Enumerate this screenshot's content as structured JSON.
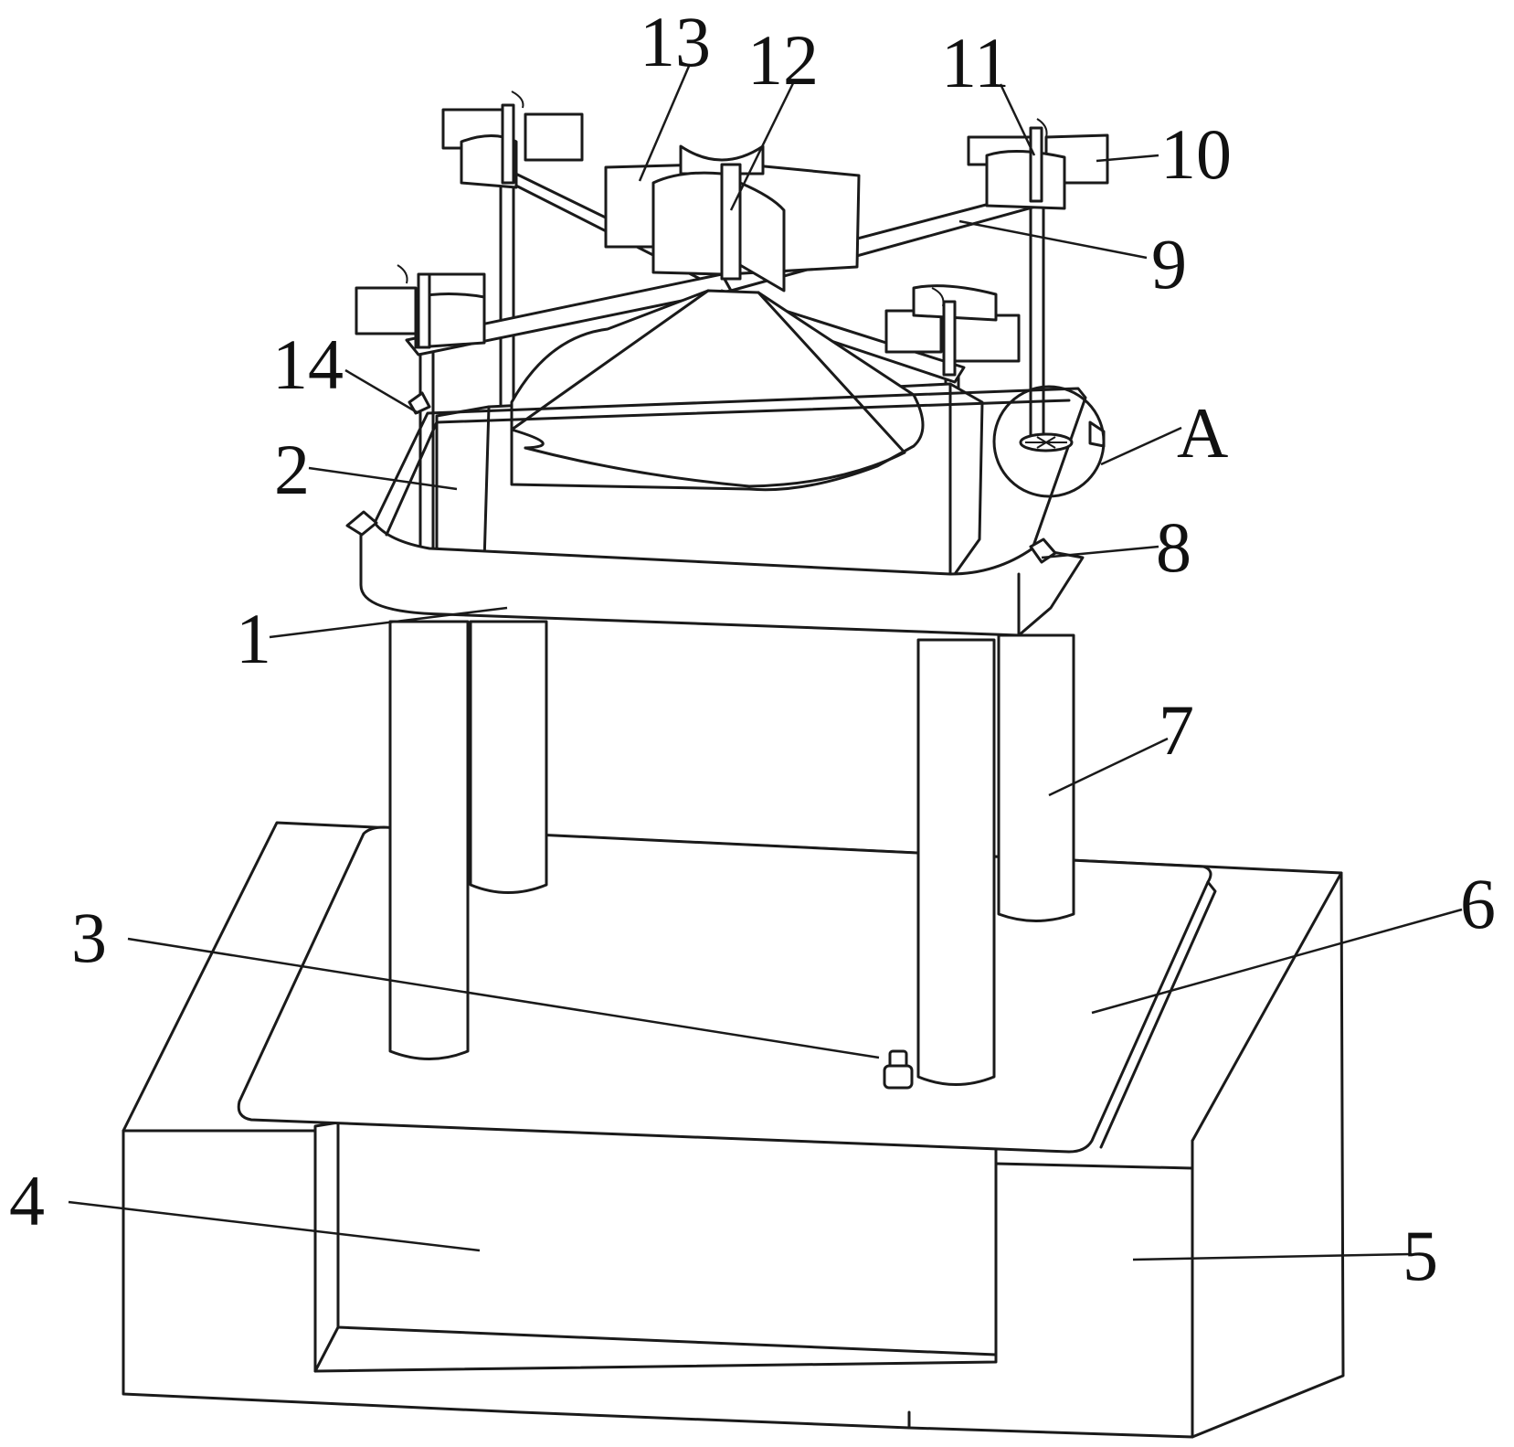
{
  "labels": {
    "l1": "1",
    "l2": "2",
    "l3": "3",
    "l4": "4",
    "l5": "5",
    "l6": "6",
    "l7": "7",
    "l8": "8",
    "l9": "9",
    "l10": "10",
    "l11": "11",
    "l12": "12",
    "l13": "13",
    "l14": "14",
    "lA": "A"
  },
  "colors": {
    "line": "#1a1a1a",
    "background": "#ffffff"
  }
}
